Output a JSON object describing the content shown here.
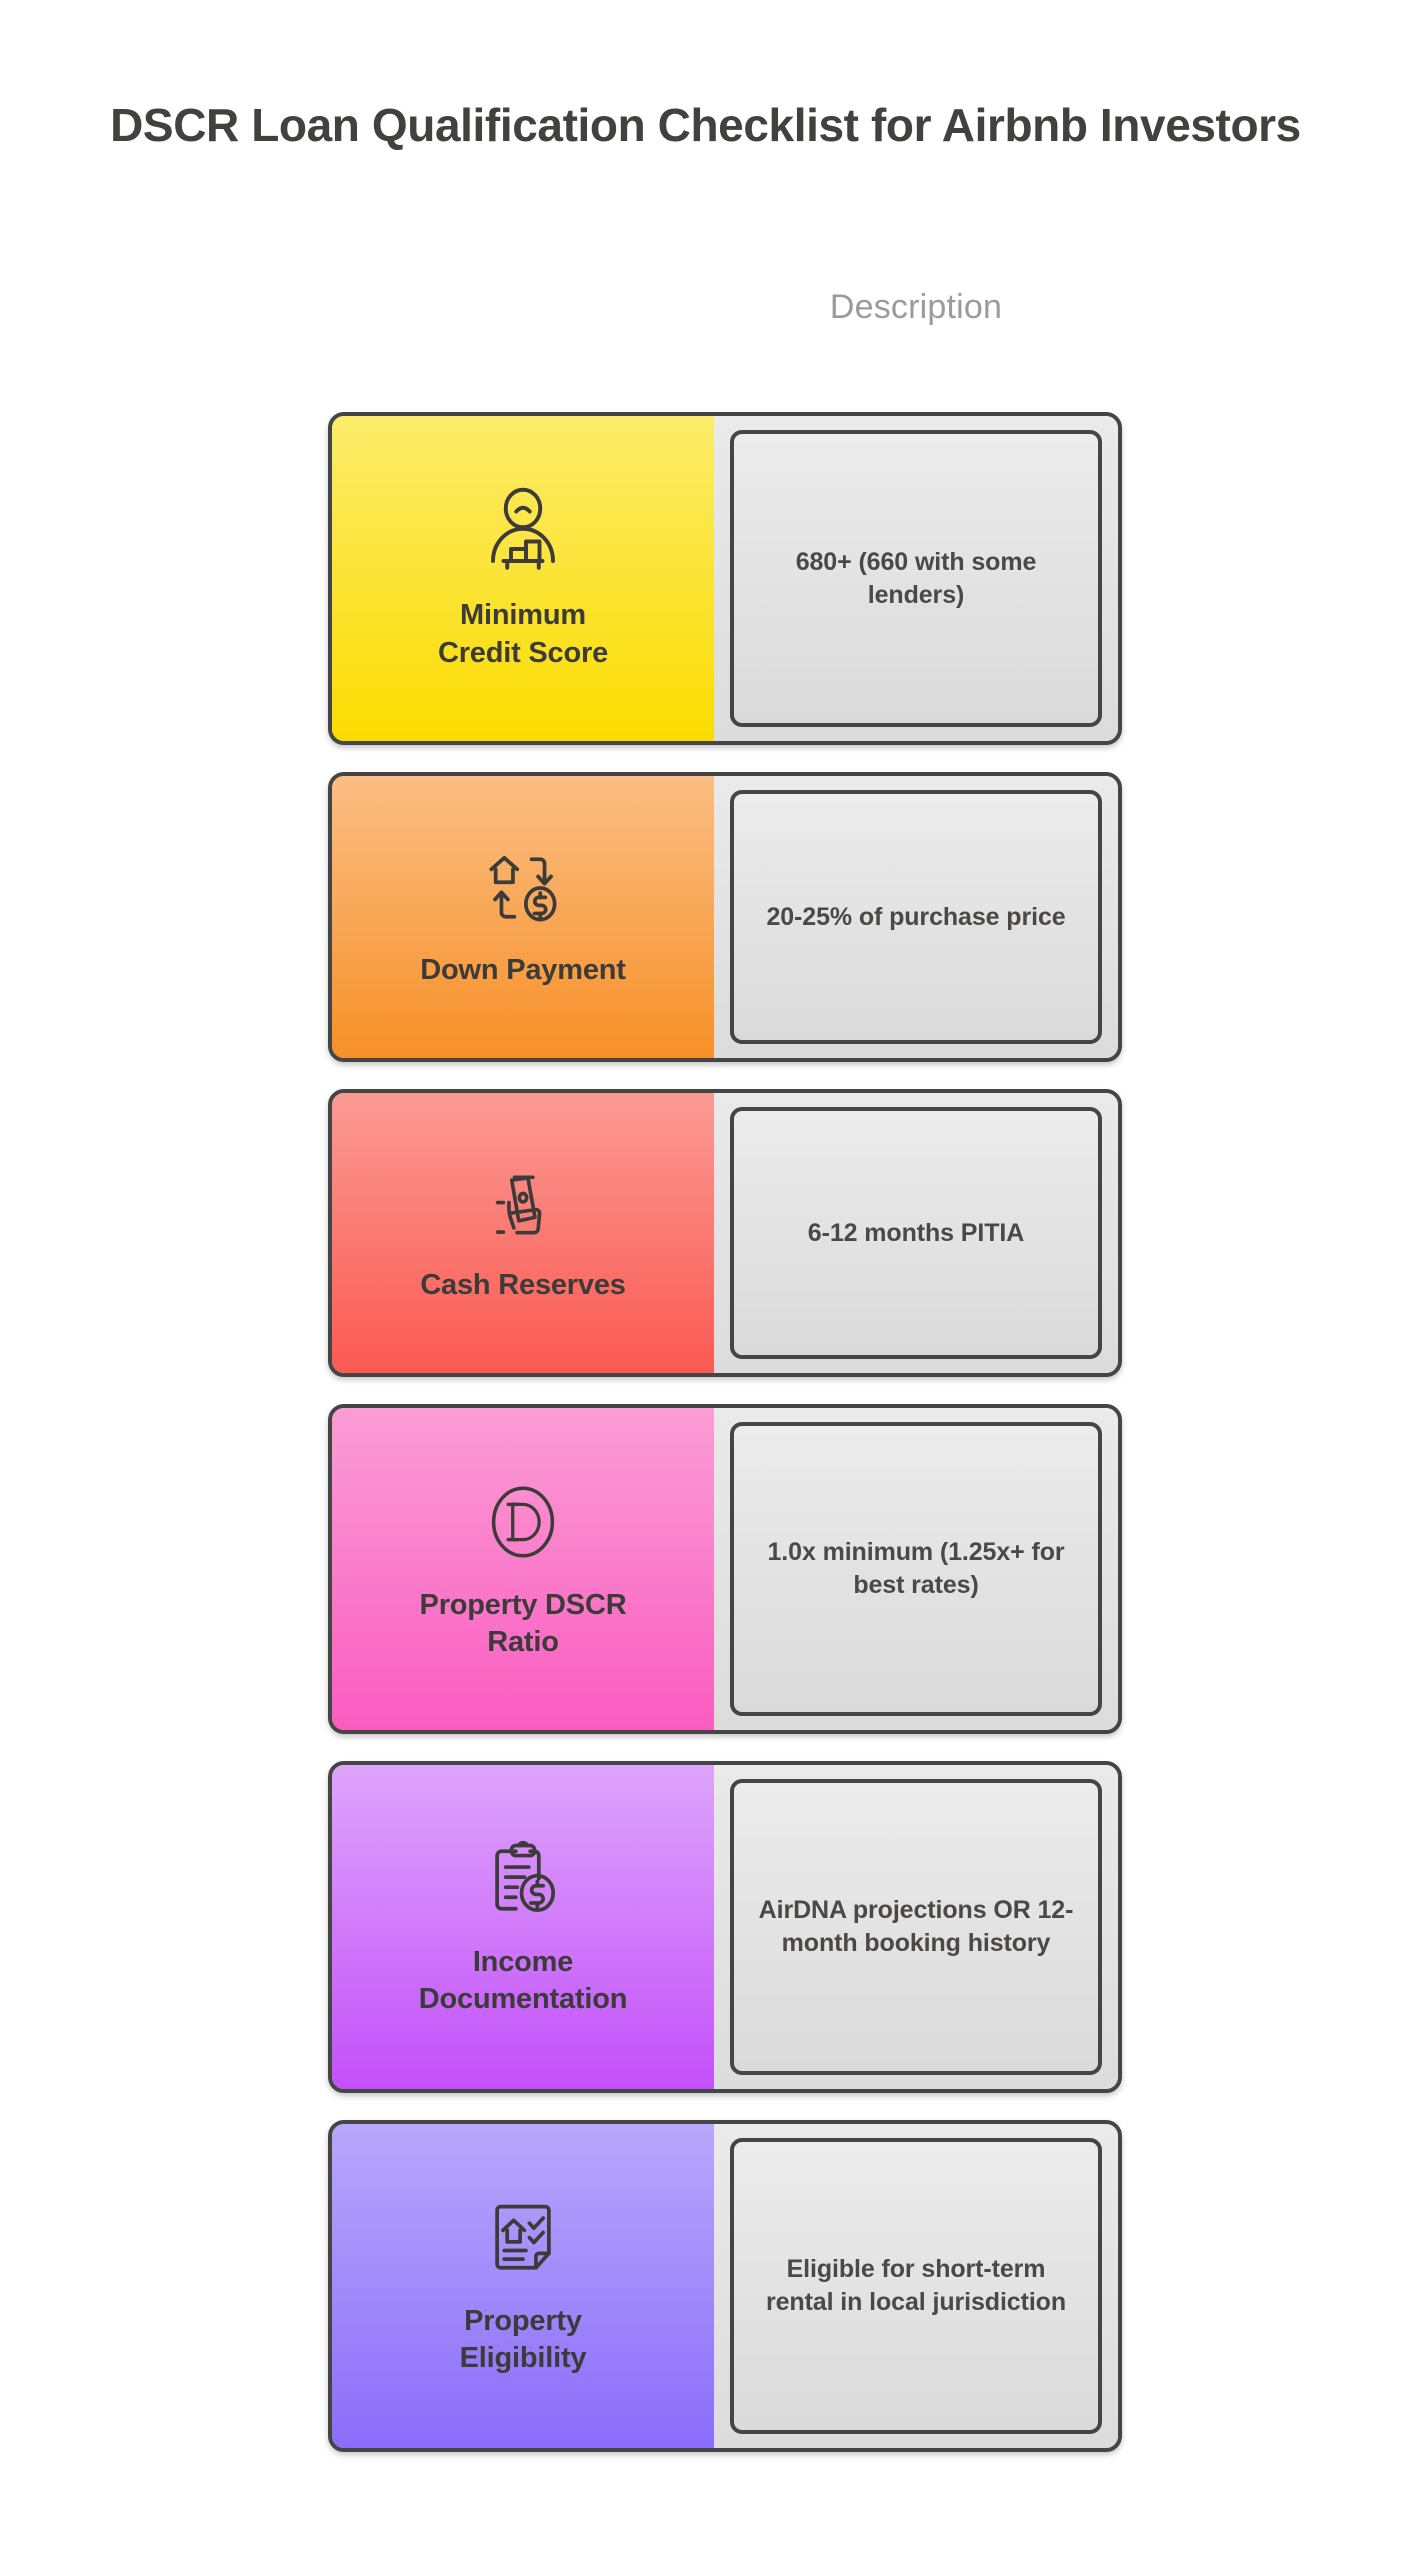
{
  "title": "DSCR Loan Qualification Checklist for Airbnb Investors",
  "column_header": "Description",
  "theme": {
    "background": "#ffffff",
    "title_color": "#43413f",
    "header_color": "#9b9b9b",
    "border_color": "#454545",
    "text_color": "#3d3b3a",
    "desc_panel_color": "#e2e2e2"
  },
  "rows": [
    {
      "label": "Minimum\nCredit Score",
      "label_line1": "Minimum",
      "label_line2": "Credit Score",
      "description": "680+ (660 with some lenders)",
      "icon": "person-credit-score-icon",
      "color_top": "#FBEC6B",
      "color_bottom": "#FBDC00"
    },
    {
      "label": "Down Payment",
      "label_line1": "Down Payment",
      "label_line2": "",
      "description": "20-25% of purchase price",
      "icon": "house-dollar-exchange-icon",
      "color_top": "#FBBE84",
      "color_bottom": "#F79028"
    },
    {
      "label": "Cash Reserves",
      "label_line1": "Cash Reserves",
      "label_line2": "",
      "description": "6-12 months PITIA",
      "icon": "hand-holding-cash-icon",
      "color_top": "#FB9A94",
      "color_bottom": "#FA5A52"
    },
    {
      "label": "Property DSCR\nRatio",
      "label_line1": "Property DSCR",
      "label_line2": "Ratio",
      "description": "1.0x minimum (1.25x+ for best rates)",
      "icon": "circled-d-icon",
      "color_top": "#FB9DD5",
      "color_bottom": "#FA5CC0"
    },
    {
      "label": "Income\nDocumentation",
      "label_line1": "Income",
      "label_line2": "Documentation",
      "description": "AirDNA projections OR 12-month booking history",
      "icon": "clipboard-dollar-icon",
      "color_top": "#DDA5FB",
      "color_bottom": "#C350FA"
    },
    {
      "label": "Property\nEligibility",
      "label_line1": "Property",
      "label_line2": "Eligibility",
      "description": "Eligible for short-term rental in local jurisdiction",
      "icon": "document-house-checklist-icon",
      "color_top": "#B8A7FB",
      "color_bottom": "#8A6DFA"
    }
  ]
}
